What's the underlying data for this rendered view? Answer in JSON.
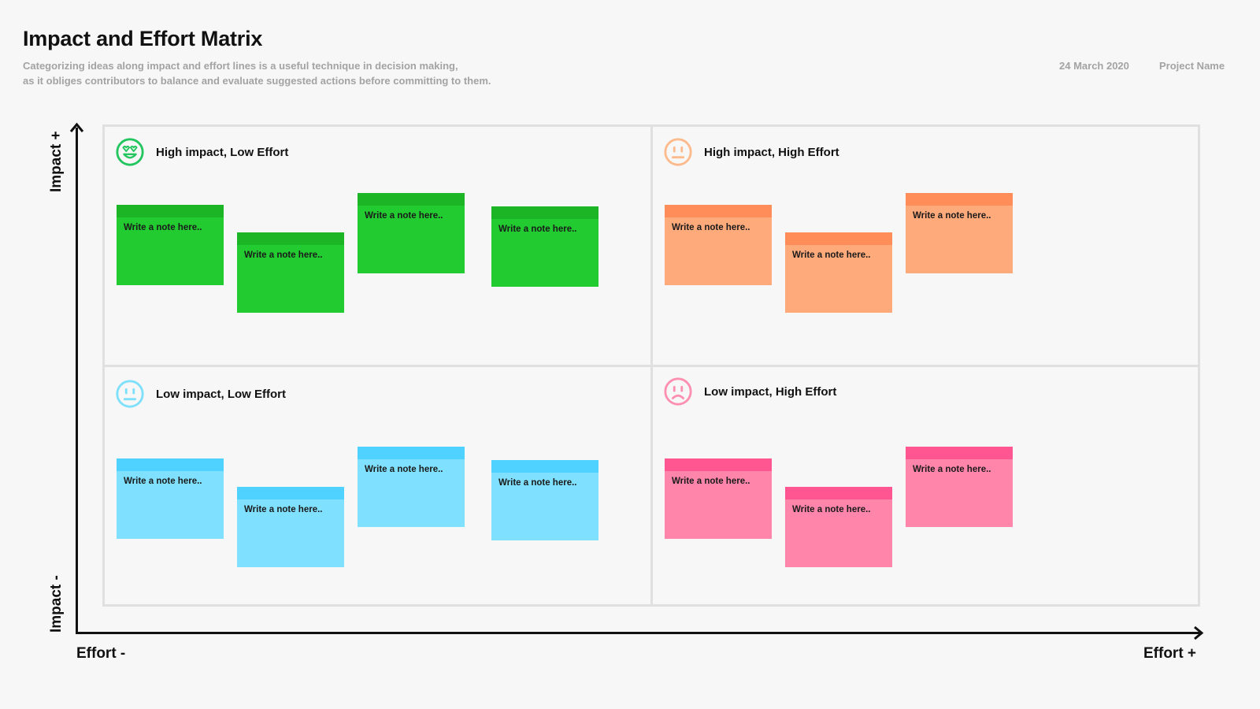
{
  "header": {
    "title": "Impact and Effort Matrix",
    "subtitle_line1": "Categorizing ideas along impact and effort lines is a useful technique in decision making,",
    "subtitle_line2": "as it obliges contributors to balance and evaluate suggested actions before committing to them.",
    "date": "24 March 2020",
    "project": "Project Name"
  },
  "axes": {
    "impact_plus": "Impact +",
    "impact_minus": "Impact -",
    "effort_minus": "Effort -",
    "effort_plus": "Effort +"
  },
  "quadrants": {
    "hi_lo": {
      "label": "High impact, Low Effort",
      "icon": "heart-eyes-face-icon",
      "color": "#22c55e"
    },
    "hi_hi": {
      "label": "High impact, High Effort",
      "icon": "neutral-face-icon",
      "color": "#fdba8c"
    },
    "lo_lo": {
      "label": "Low impact, Low Effort",
      "icon": "neutral-face-icon",
      "color": "#7fe0fb"
    },
    "lo_hi": {
      "label": "Low impact, High Effort",
      "icon": "sad-face-icon",
      "color": "#ff8fb1"
    }
  },
  "notes": {
    "placeholder": "Write a note here..",
    "colors": {
      "green": {
        "body": "#22cc30",
        "strip": "#1bb526"
      },
      "orange": {
        "body": "#ffaa7b",
        "strip": "#ff8d59"
      },
      "blue": {
        "body": "#7fe1ff",
        "strip": "#4fd2ff"
      },
      "pink": {
        "body": "#ff85ab",
        "strip": "#ff5590"
      }
    }
  }
}
